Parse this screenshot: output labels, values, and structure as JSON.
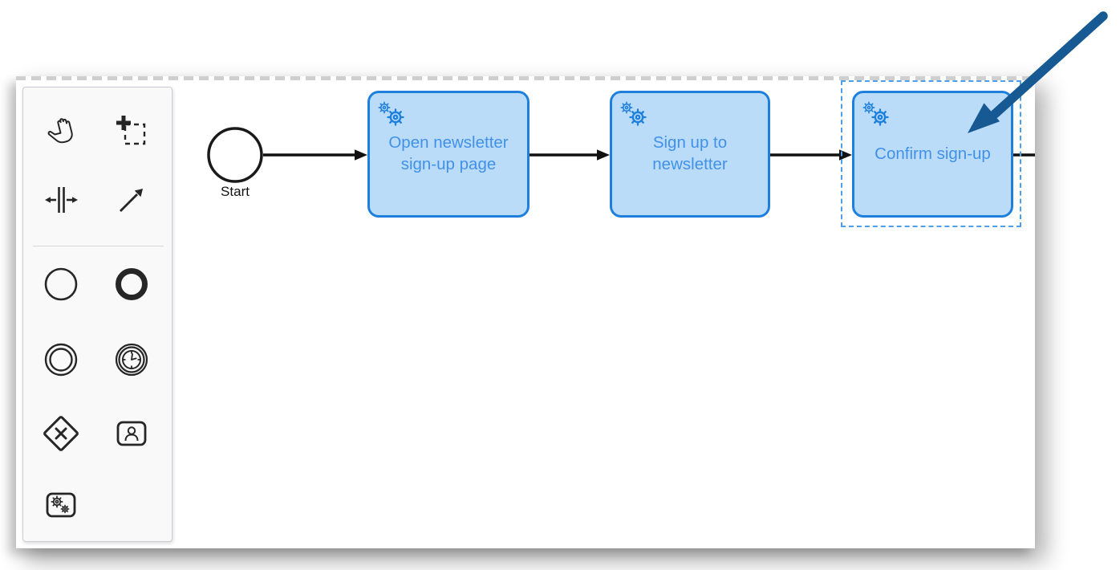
{
  "colors": {
    "task_fill": "#BBDCF9",
    "task_stroke": "#1E80DC",
    "task_text": "#4191E8",
    "selection_dash": "#4E9FE9",
    "flow_stroke": "#111111",
    "annotation_arrow": "#175A93",
    "palette_icon": "#262626",
    "canvas_border_dash": "#CFCFCF"
  },
  "palette": {
    "items": [
      {
        "icon": "hand-tool-icon"
      },
      {
        "icon": "lasso-tool-icon"
      },
      {
        "icon": "space-tool-icon"
      },
      {
        "icon": "global-connect-tool-icon"
      },
      {
        "icon": "start-event-icon"
      },
      {
        "icon": "end-event-icon"
      },
      {
        "icon": "intermediate-event-icon"
      },
      {
        "icon": "timer-event-icon"
      },
      {
        "icon": "exclusive-gateway-icon"
      },
      {
        "icon": "user-task-icon"
      },
      {
        "icon": "service-task-icon"
      }
    ]
  },
  "diagram": {
    "start_event": {
      "label": "Start"
    },
    "tasks": [
      {
        "type": "service-task",
        "label": "Open newsletter\nsign-up page",
        "selected": false
      },
      {
        "type": "service-task",
        "label": "Sign up to\nnewsletter",
        "selected": false
      },
      {
        "type": "service-task",
        "label": "Confirm sign-up",
        "selected": true
      }
    ],
    "flows": [
      {
        "from": "start-event",
        "to": "task-1"
      },
      {
        "from": "task-1",
        "to": "task-2"
      },
      {
        "from": "task-2",
        "to": "task-3"
      },
      {
        "from": "task-3",
        "to": "off-canvas-right"
      }
    ],
    "annotation": {
      "type": "arrow",
      "points_at": "Confirm sign-up"
    }
  }
}
